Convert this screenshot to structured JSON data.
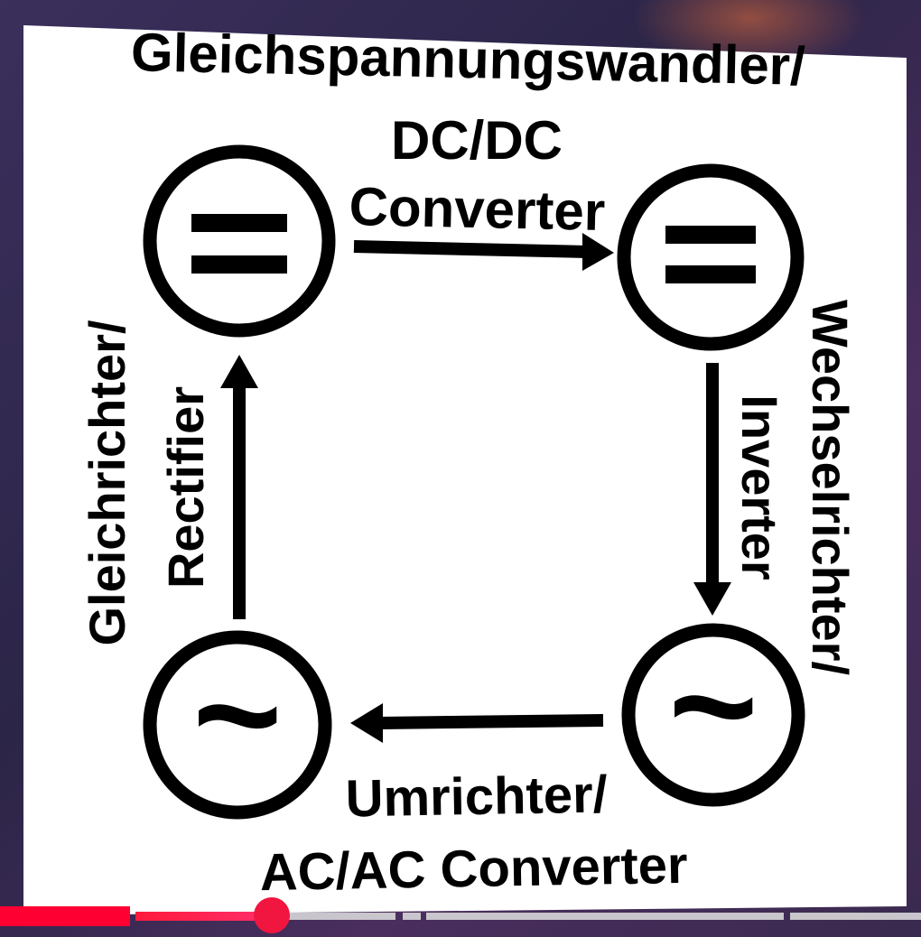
{
  "diagram": {
    "top_label": [
      "Gleichspannungswandler/",
      "DC/DC",
      "Converter"
    ],
    "right_label": [
      "Wechselrichter/",
      "Inverter"
    ],
    "bottom_label": [
      "Umrichter/",
      "AC/AC Converter"
    ],
    "left_label": [
      "Gleichrichter/",
      "Rectifier"
    ],
    "dc_symbol": "=",
    "ac_symbol": "~"
  },
  "video_player": {
    "progress_fraction": 0.3
  },
  "colors": {
    "board": "#ffffff",
    "ink": "#000000",
    "progress_played": "#ff0033",
    "progress_unplayed": "#e1e1e1"
  }
}
